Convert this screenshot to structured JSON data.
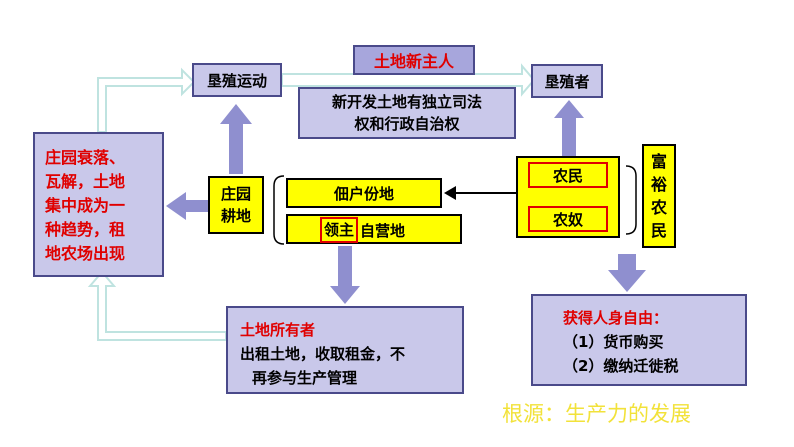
{
  "boxes": {
    "reclaim_movement": "垦殖运动",
    "new_owner_title": "土地新主人",
    "new_owner_desc_1": "新开发土地有独立司法",
    "new_owner_desc_2": "权和行政自治权",
    "reclaimer": "垦殖者",
    "manor_decline": [
      "庄园衰落、",
      "瓦解，土地",
      "集中成为一",
      "种趋势，租",
      "地农场出现"
    ],
    "manor_land_1": "庄园",
    "manor_land_2": "耕地",
    "tenant_land": "佃户份地",
    "lord_word": "领主",
    "demesne_rest": "自营地",
    "peasant": "农民",
    "serf": "农奴",
    "rich_peasant": [
      "富",
      "裕",
      "农",
      "民"
    ],
    "landowner_title": "土地所有者",
    "landowner_desc_1": "出租土地，收取租金，不",
    "landowner_desc_2": "再参与生产管理",
    "freedom_title": "获得人身自由：",
    "freedom_item_1": "（1）货币购买",
    "freedom_item_2": "（2）缴纳迁徙税",
    "root_cause": "根源：生产力的发展"
  },
  "colors": {
    "box_fill": "#c9c8ea",
    "box_border": "#4a4a8a",
    "yellow": "#ffff00",
    "red_text": "#e00000",
    "title_fill": "#a7a6dc",
    "arrow": "#8f8fcf",
    "outline_arrow": "#bfe3e0",
    "root_text": "#f2e23a"
  }
}
